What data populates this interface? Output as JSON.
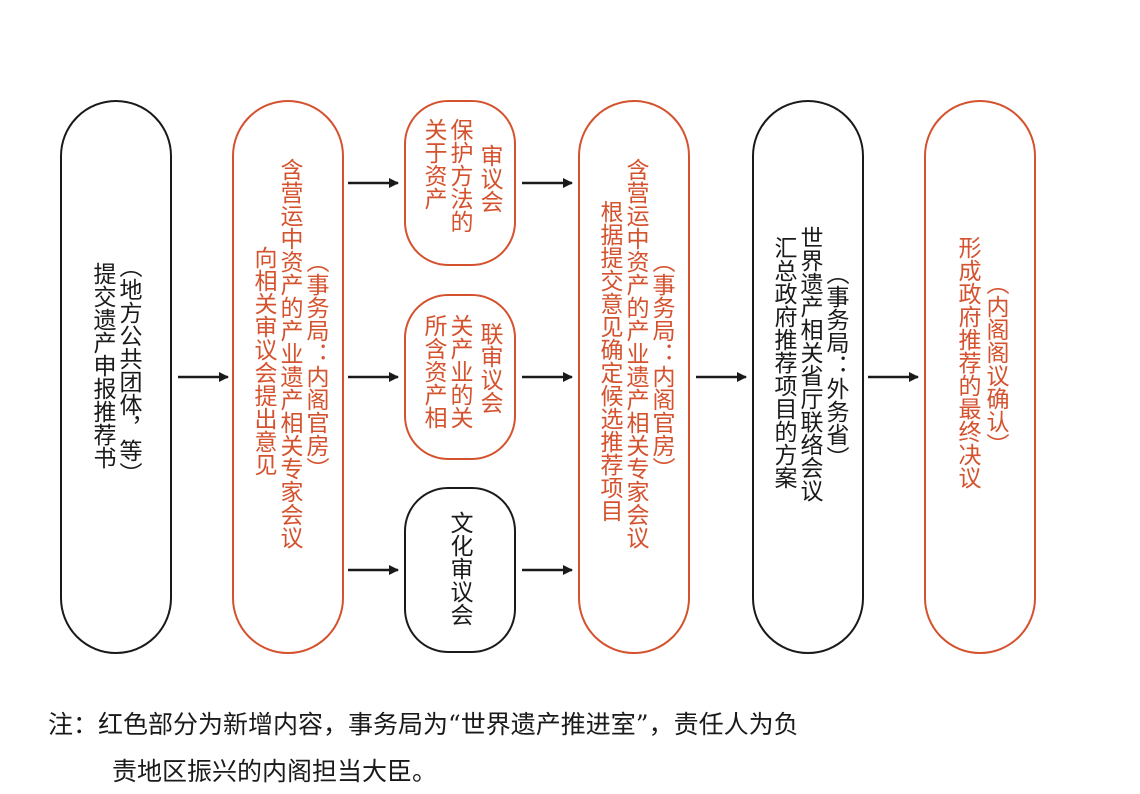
{
  "boxes": {
    "box1": {
      "lines": [
        "（地方公共团体，等）",
        "提交遗产申报推荐书"
      ]
    },
    "box2": {
      "lines": [
        "（事务局：内阁官房）",
        "含营运中资产的产业遗产相关专家会议",
        "向相关审议会提出意见"
      ]
    },
    "box3a": {
      "lines": [
        "审议会",
        "保护方法的",
        "关于资产"
      ]
    },
    "box3b": {
      "lines": [
        "联审议会",
        "关产业的关",
        "所含资产相"
      ]
    },
    "box3c": {
      "lines": [
        "文化审议会"
      ]
    },
    "box4": {
      "lines": [
        "（事务局：内阁官房）",
        "含营运中资产的产业遗产相关专家会议",
        "根据提交意见确定候选推荐项目"
      ]
    },
    "box5": {
      "lines": [
        "（事务局：外务省）",
        "世界遗产相关省厅联络会议",
        "汇总政府推荐项目的方案"
      ]
    },
    "box6": {
      "lines": [
        "（内阁阁议确认）",
        "形成政府推荐的最终决议"
      ]
    }
  },
  "note": {
    "line1": "注：红色部分为新增内容，事务局为“世界遗产推进室”，责任人为负",
    "line2": "责地区振兴的内阁担当大臣。"
  },
  "colors": {
    "black": "#1a1a1a",
    "red": "#d4522e"
  }
}
